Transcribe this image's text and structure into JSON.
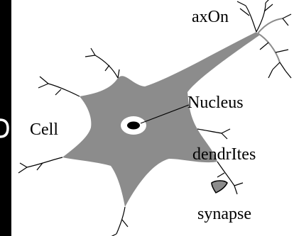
{
  "diagram": {
    "labels": {
      "axon": "axOn",
      "nucleus": "Nucleus",
      "cell": "Cell",
      "dendrites": "dendrItes",
      "synapse": "synapse"
    },
    "colors": {
      "background": "#000000",
      "canvas": "#ffffff",
      "cell_body": "#8c8c8c",
      "nucleus_ring": "#ffffff",
      "nucleus_core": "#000000",
      "lines": "#000000"
    }
  }
}
